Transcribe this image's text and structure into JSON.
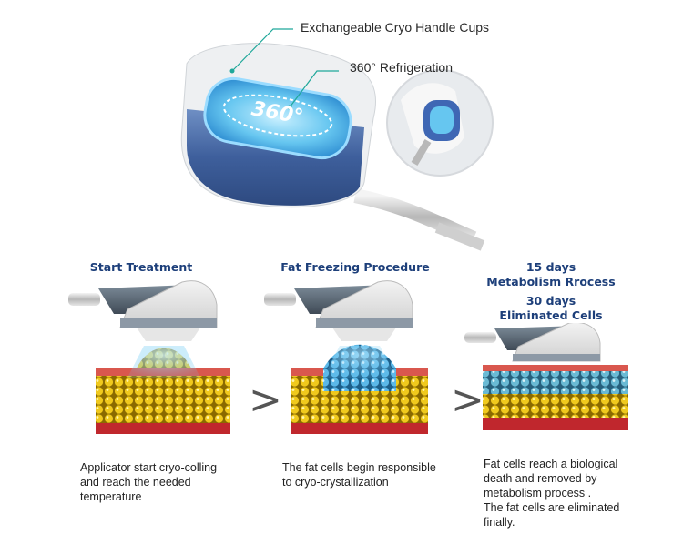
{
  "callouts": {
    "cups": "Exchangeable Cryo Handle Cups",
    "refrigeration": "360° Refrigeration",
    "badge": "360°"
  },
  "stages": [
    {
      "title_lines": [
        "Start Treatment"
      ],
      "description_lines": [
        "Applicator start cryo-colling",
        "and reach the needed",
        "temperature"
      ]
    },
    {
      "title_lines": [
        "Fat Freezing Procedure"
      ],
      "description_lines": [
        "The fat cells begin responsible",
        "to cryo-crystallization"
      ]
    },
    {
      "title_lines": [
        "15 days",
        "Metabolism Rrocess",
        "30 days",
        "Eliminated Cells"
      ],
      "description_lines": [
        "Fat cells reach a biological",
        "death and removed by",
        "metabolism process .",
        "The fat cells are eliminated",
        "finally."
      ]
    }
  ],
  "arrows": [
    ">",
    ">"
  ],
  "colors": {
    "title_blue": "#1d3f7a",
    "callout_line": "#1fa89a",
    "fat_yellow": "#e9c21a",
    "frozen_blue": "#5bb8e8",
    "skin_red": "#c0272d"
  }
}
